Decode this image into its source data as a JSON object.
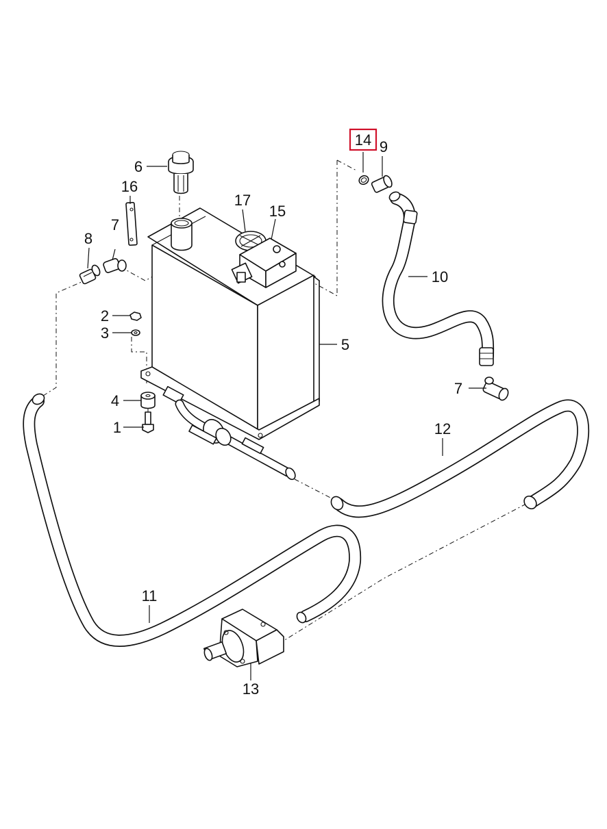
{
  "callouts": [
    {
      "id": "c14",
      "label": "14",
      "highlighted": true
    },
    {
      "id": "c9",
      "label": "9"
    },
    {
      "id": "c6",
      "label": "6"
    },
    {
      "id": "c16",
      "label": "16"
    },
    {
      "id": "c17",
      "label": "17"
    },
    {
      "id": "c15",
      "label": "15"
    },
    {
      "id": "c7a",
      "label": "7"
    },
    {
      "id": "c8",
      "label": "8"
    },
    {
      "id": "c10",
      "label": "10"
    },
    {
      "id": "c2",
      "label": "2"
    },
    {
      "id": "c3",
      "label": "3"
    },
    {
      "id": "c5",
      "label": "5"
    },
    {
      "id": "c7b",
      "label": "7"
    },
    {
      "id": "c4",
      "label": "4"
    },
    {
      "id": "c1",
      "label": "1"
    },
    {
      "id": "c12",
      "label": "12"
    },
    {
      "id": "c11",
      "label": "11"
    },
    {
      "id": "c13",
      "label": "13"
    }
  ],
  "highlight_color": "#d0102a"
}
